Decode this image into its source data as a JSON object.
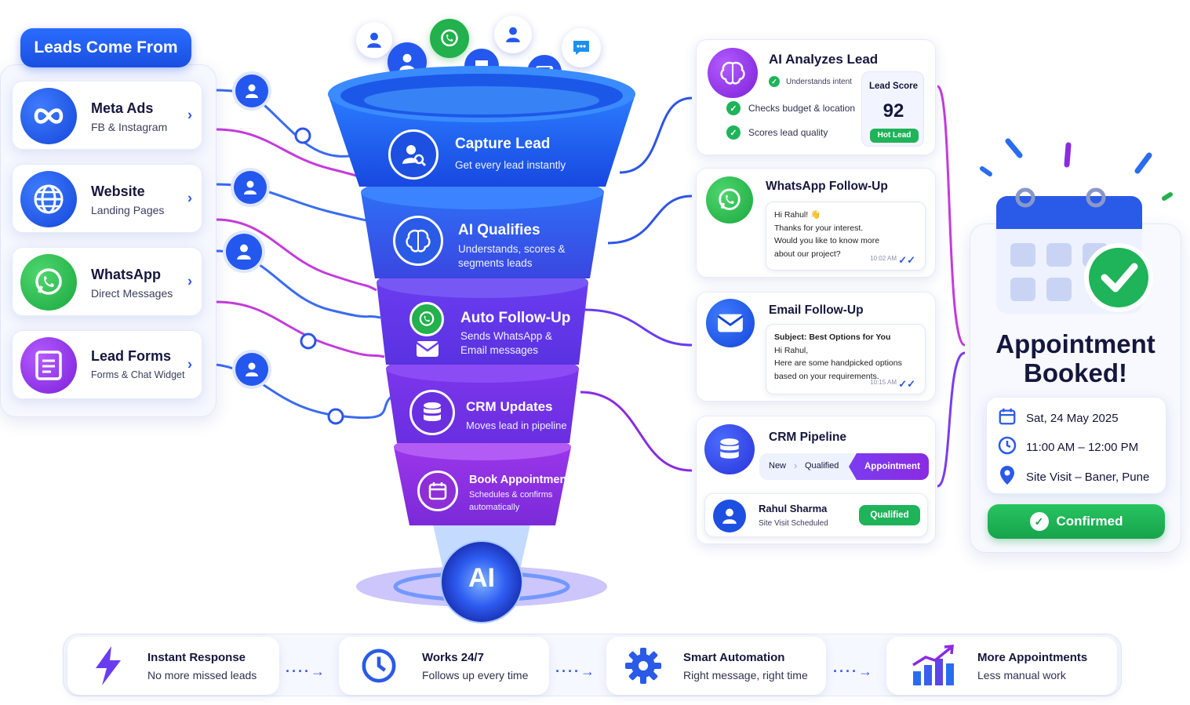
{
  "header": {
    "title": "Leads Come From"
  },
  "sources": [
    {
      "title": "Meta Ads",
      "subtitle": "FB & Instagram",
      "icon": "meta-infinity-icon",
      "color": "#1a5cf0"
    },
    {
      "title": "Website",
      "subtitle": "Landing Pages",
      "icon": "globe-icon",
      "color": "#1a5cf0"
    },
    {
      "title": "WhatsApp",
      "subtitle": "Direct Messages",
      "icon": "whatsapp-icon",
      "color": "#22b14c"
    },
    {
      "title": "Lead Forms",
      "subtitle": "Forms & Chat Widget",
      "icon": "form-icon",
      "color": "#8a2be2"
    }
  ],
  "funnel": {
    "stages": [
      {
        "title": "Capture Lead",
        "subtitle": "Get every lead instantly",
        "icon": "user-search-icon"
      },
      {
        "title": "AI Qualifies",
        "subtitle": "Understands, scores & segments leads",
        "icon": "brain-icon"
      },
      {
        "title": "Auto Follow-Up",
        "subtitle": "Sends WhatsApp & Email messages",
        "icon": "whatsapp-email-icon"
      },
      {
        "title": "CRM Updates",
        "subtitle": "Moves lead in pipeline",
        "icon": "database-icon"
      },
      {
        "title": "Book Appointment",
        "subtitle": "Schedules & confirms automatically",
        "icon": "calendar-icon"
      }
    ],
    "core_label": "AI"
  },
  "analyze": {
    "title": "AI Analyzes Lead",
    "checks": [
      "Understands intent",
      "Checks budget & location",
      "Scores lead quality"
    ],
    "score_label": "Lead Score",
    "score_value": "92",
    "score_badge": "Hot Lead"
  },
  "whatsapp": {
    "title": "WhatsApp Follow-Up",
    "line1": "Hi Rahul! 👋",
    "line2": "Thanks for your interest.",
    "line3": "Would you like to know more",
    "line4": "about our project?",
    "time": "10:02 AM"
  },
  "email": {
    "title": "Email Follow-Up",
    "subject": "Subject: Best Options for You",
    "line1": "Hi Rahul,",
    "line2": "Here are some handpicked options",
    "line3": "based on your requirements.",
    "time": "10:15 AM"
  },
  "crm": {
    "title": "CRM Pipeline",
    "steps": [
      "New",
      "Qualified",
      "Appointment"
    ],
    "contact_name": "Rahul Sharma",
    "contact_status": "Site Visit Scheduled",
    "contact_badge": "Qualified"
  },
  "appointment": {
    "title_line1": "Appointment",
    "title_line2": "Booked!",
    "date": "Sat, 24 May 2025",
    "time": "11:00 AM – 12:00 PM",
    "location": "Site Visit – Baner, Pune",
    "button": "Confirmed"
  },
  "benefits": [
    {
      "title": "Instant Response",
      "subtitle": "No more missed leads",
      "icon": "lightning-icon"
    },
    {
      "title": "Works 24/7",
      "subtitle": "Follows up every time",
      "icon": "clock-icon"
    },
    {
      "title": "Smart Automation",
      "subtitle": "Right message, right time",
      "icon": "gear-icon"
    },
    {
      "title": "More Appointments",
      "subtitle": "Less manual work",
      "icon": "growth-chart-icon"
    }
  ],
  "colors": {
    "blue": "#1a5cf0",
    "purple": "#8a2be2",
    "green": "#22b14c"
  }
}
